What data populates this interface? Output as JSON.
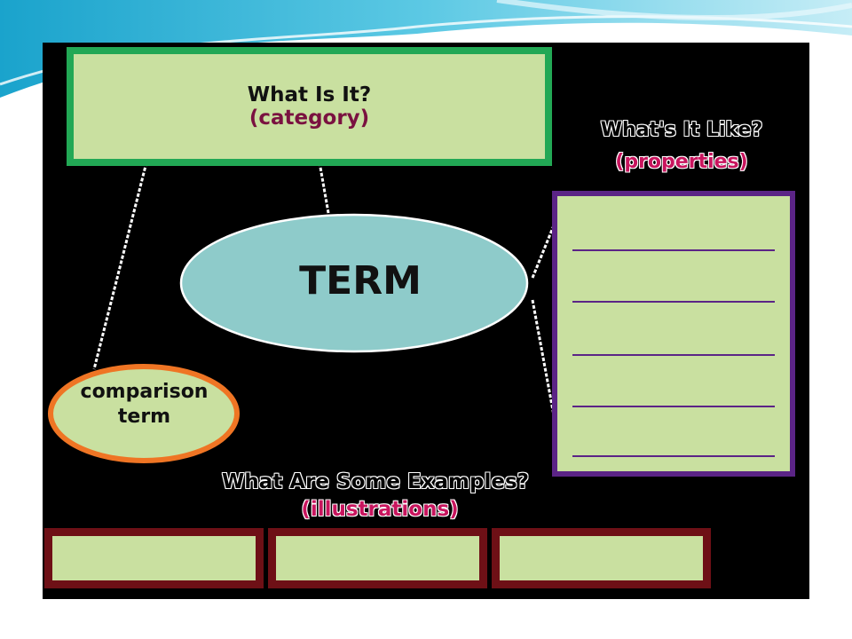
{
  "category": {
    "title": "What Is It?",
    "subtitle": "(category)"
  },
  "term": "TERM",
  "comparison": {
    "line1": "comparison",
    "line2": "term"
  },
  "properties": {
    "title": "What's It Like?",
    "subtitle": "(properties)",
    "line_count": 5
  },
  "examples": {
    "title": "What Are Some Examples?",
    "subtitle": "(illustrations)",
    "box_count": 3
  },
  "colors": {
    "category_border": "#22a855",
    "box_fill": "#c9e0a0",
    "term_fill": "#8ecbca",
    "comparison_border": "#ef7524",
    "properties_border": "#5b2486",
    "examples_border": "#6e1016",
    "subtitle_pink": "#c8155e"
  }
}
